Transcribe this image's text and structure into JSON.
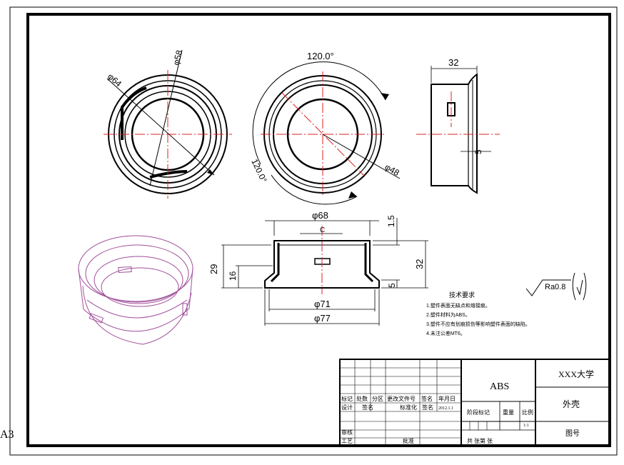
{
  "sheet_size": "A3",
  "colors": {
    "line": "#000000",
    "center_line": "#e02020",
    "iso_view": "#a0509a"
  },
  "dimensions": {
    "dia_58": "φ58",
    "dia_64": "φ64",
    "angle_top": "120.0°",
    "angle_bottom": "120.0°",
    "dia_48": "φ48",
    "width_32": "32",
    "slot_5": "5",
    "dia_68": "φ68",
    "wall_1_5": "1.5",
    "small_c": "C",
    "height_29": "29",
    "height_16": "16",
    "height_32": "32",
    "base_5": "5",
    "dia_71": "φ71",
    "dia_77": "φ77"
  },
  "roughness": {
    "value": "Ra0.8"
  },
  "tech_notes": {
    "title": "技术要求",
    "items": [
      "1.塑件表面无缺点和熔接痕。",
      "2.塑件材料为ABS。",
      "3.塑件不应有划痕损伤等影响塑件表面的缺陷。",
      "4.未注公差MT6。"
    ]
  },
  "title_block": {
    "material": "ABS",
    "school": "XXX大学",
    "part_name": "外壳",
    "drawing_no": "图号",
    "hdr_biaoji": "标记",
    "hdr_chushu": "处数",
    "hdr_fenqu": "分区",
    "hdr_gengai": "更改文件号",
    "hdr_qianming": "签名",
    "hdr_nianyueri": "年月日",
    "row_sheji": "设计",
    "row_sheji_sig": "签名",
    "row_biaozhunhua": "标准化",
    "row_biaozhunhua_sig": "签名",
    "row_date": "2012.1.1",
    "stage_mark": "阶段标记",
    "weight": "重量",
    "scale_label": "比例",
    "scale_value": "1:1",
    "row_shenhe": "审核",
    "row_gongyi": "工艺",
    "row_pizhun": "批准",
    "sheets": "共  张第  张"
  }
}
